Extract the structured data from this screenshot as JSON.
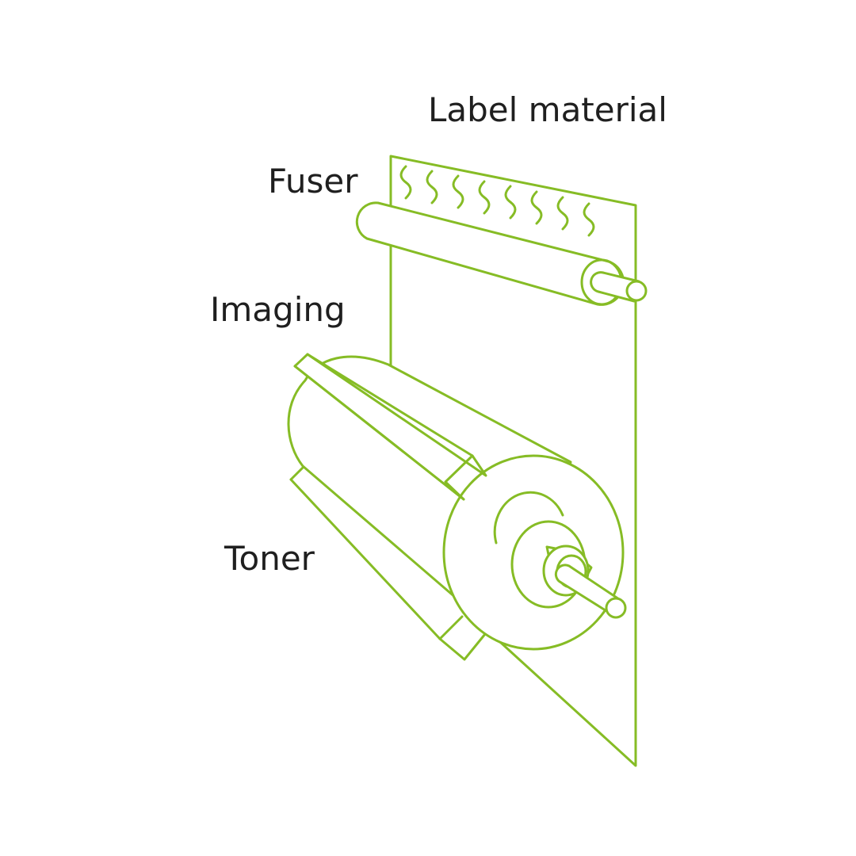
{
  "labels": {
    "label_material": "Label material",
    "fuser": "Fuser",
    "imaging": "Imaging",
    "toner": "Toner"
  },
  "colors": {
    "line": "#86bc25",
    "text": "#1f1f1f",
    "background": "#ffffff"
  }
}
